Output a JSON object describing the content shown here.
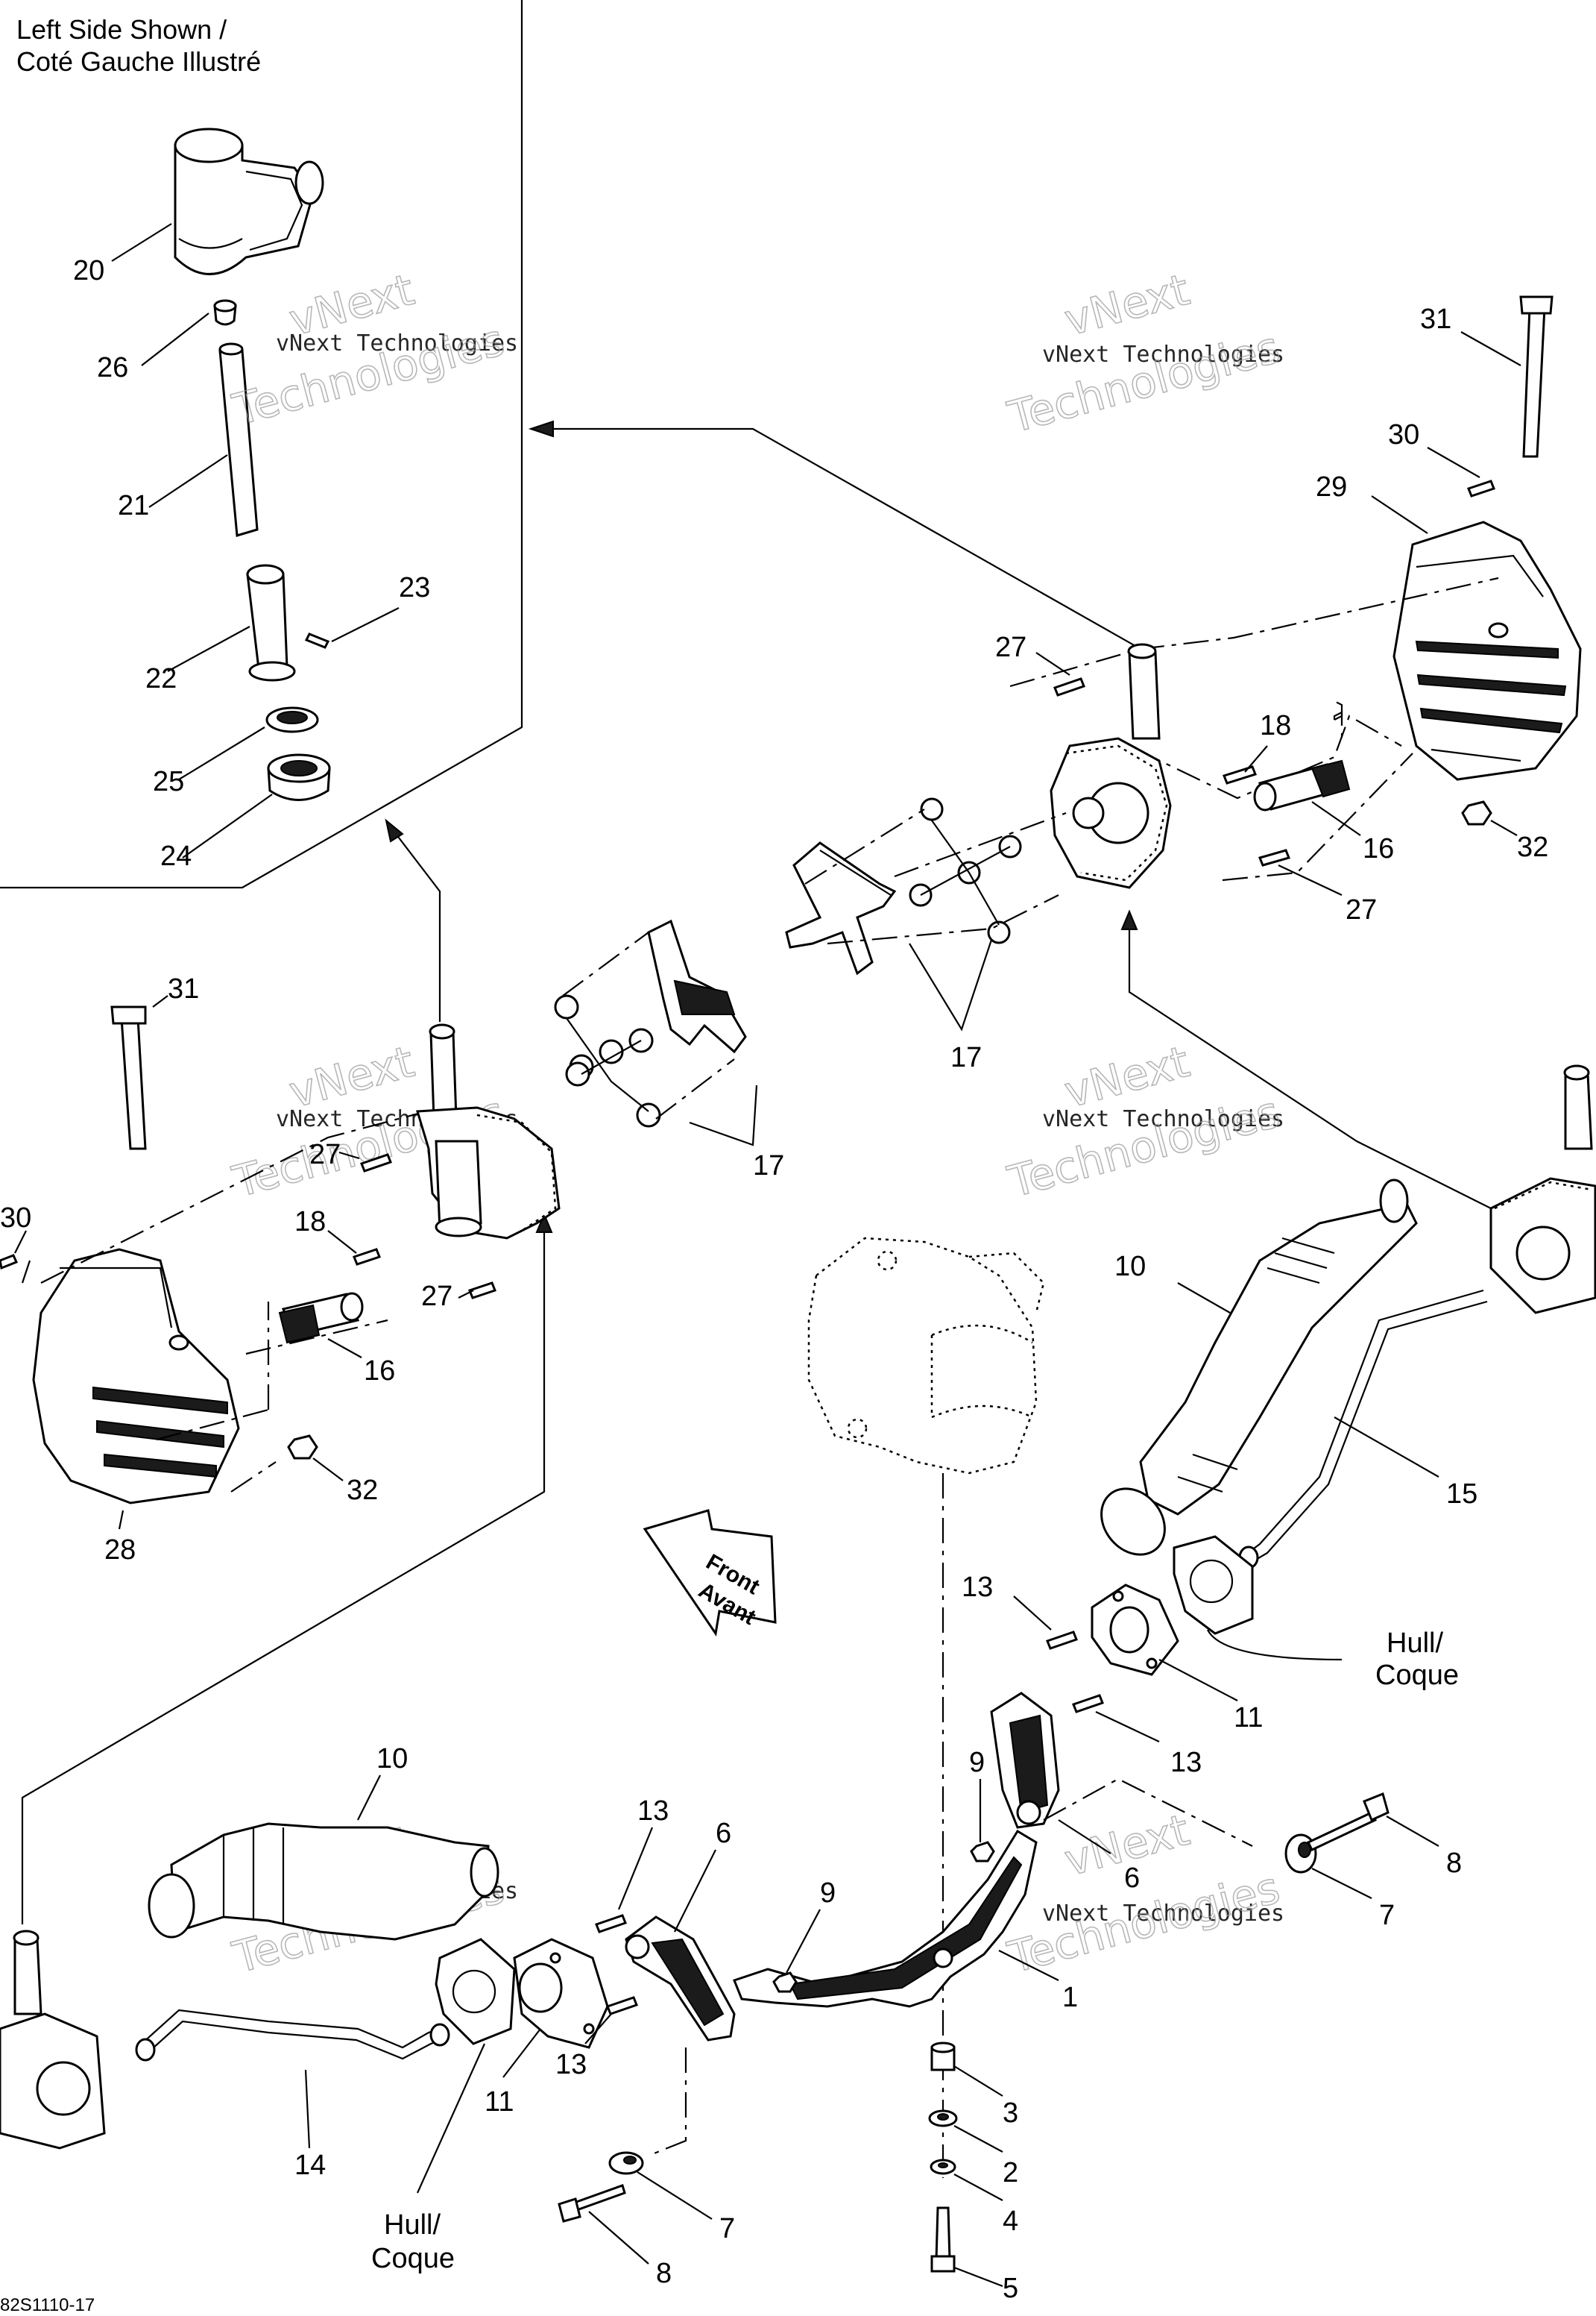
{
  "inset": {
    "caption_line1": "Left Side Shown /",
    "caption_line2": "Coté Gauche Illustré"
  },
  "watermark": {
    "line1": "vNext",
    "line2": "vNext Technologies",
    "line3": "Technologies"
  },
  "front_arrow": {
    "line1": "Front",
    "line2": "Avant"
  },
  "hull_label": {
    "line1": "Hull/",
    "line2": "Coque"
  },
  "drawing_code": "82S1110-17",
  "callouts": {
    "c1": "1",
    "c2": "2",
    "c3": "3",
    "c4": "4",
    "c5": "5",
    "c6": "6",
    "c7": "7",
    "c8": "8",
    "c9": "9",
    "c10": "10",
    "c11": "11",
    "c13": "13",
    "c14": "14",
    "c15": "15",
    "c16": "16",
    "c17": "17",
    "c18": "18",
    "c20": "20",
    "c21": "21",
    "c22": "22",
    "c23": "23",
    "c24": "24",
    "c25": "25",
    "c26": "26",
    "c27": "27",
    "c28": "28",
    "c29": "29",
    "c30": "30",
    "c31": "31",
    "c32": "32"
  }
}
